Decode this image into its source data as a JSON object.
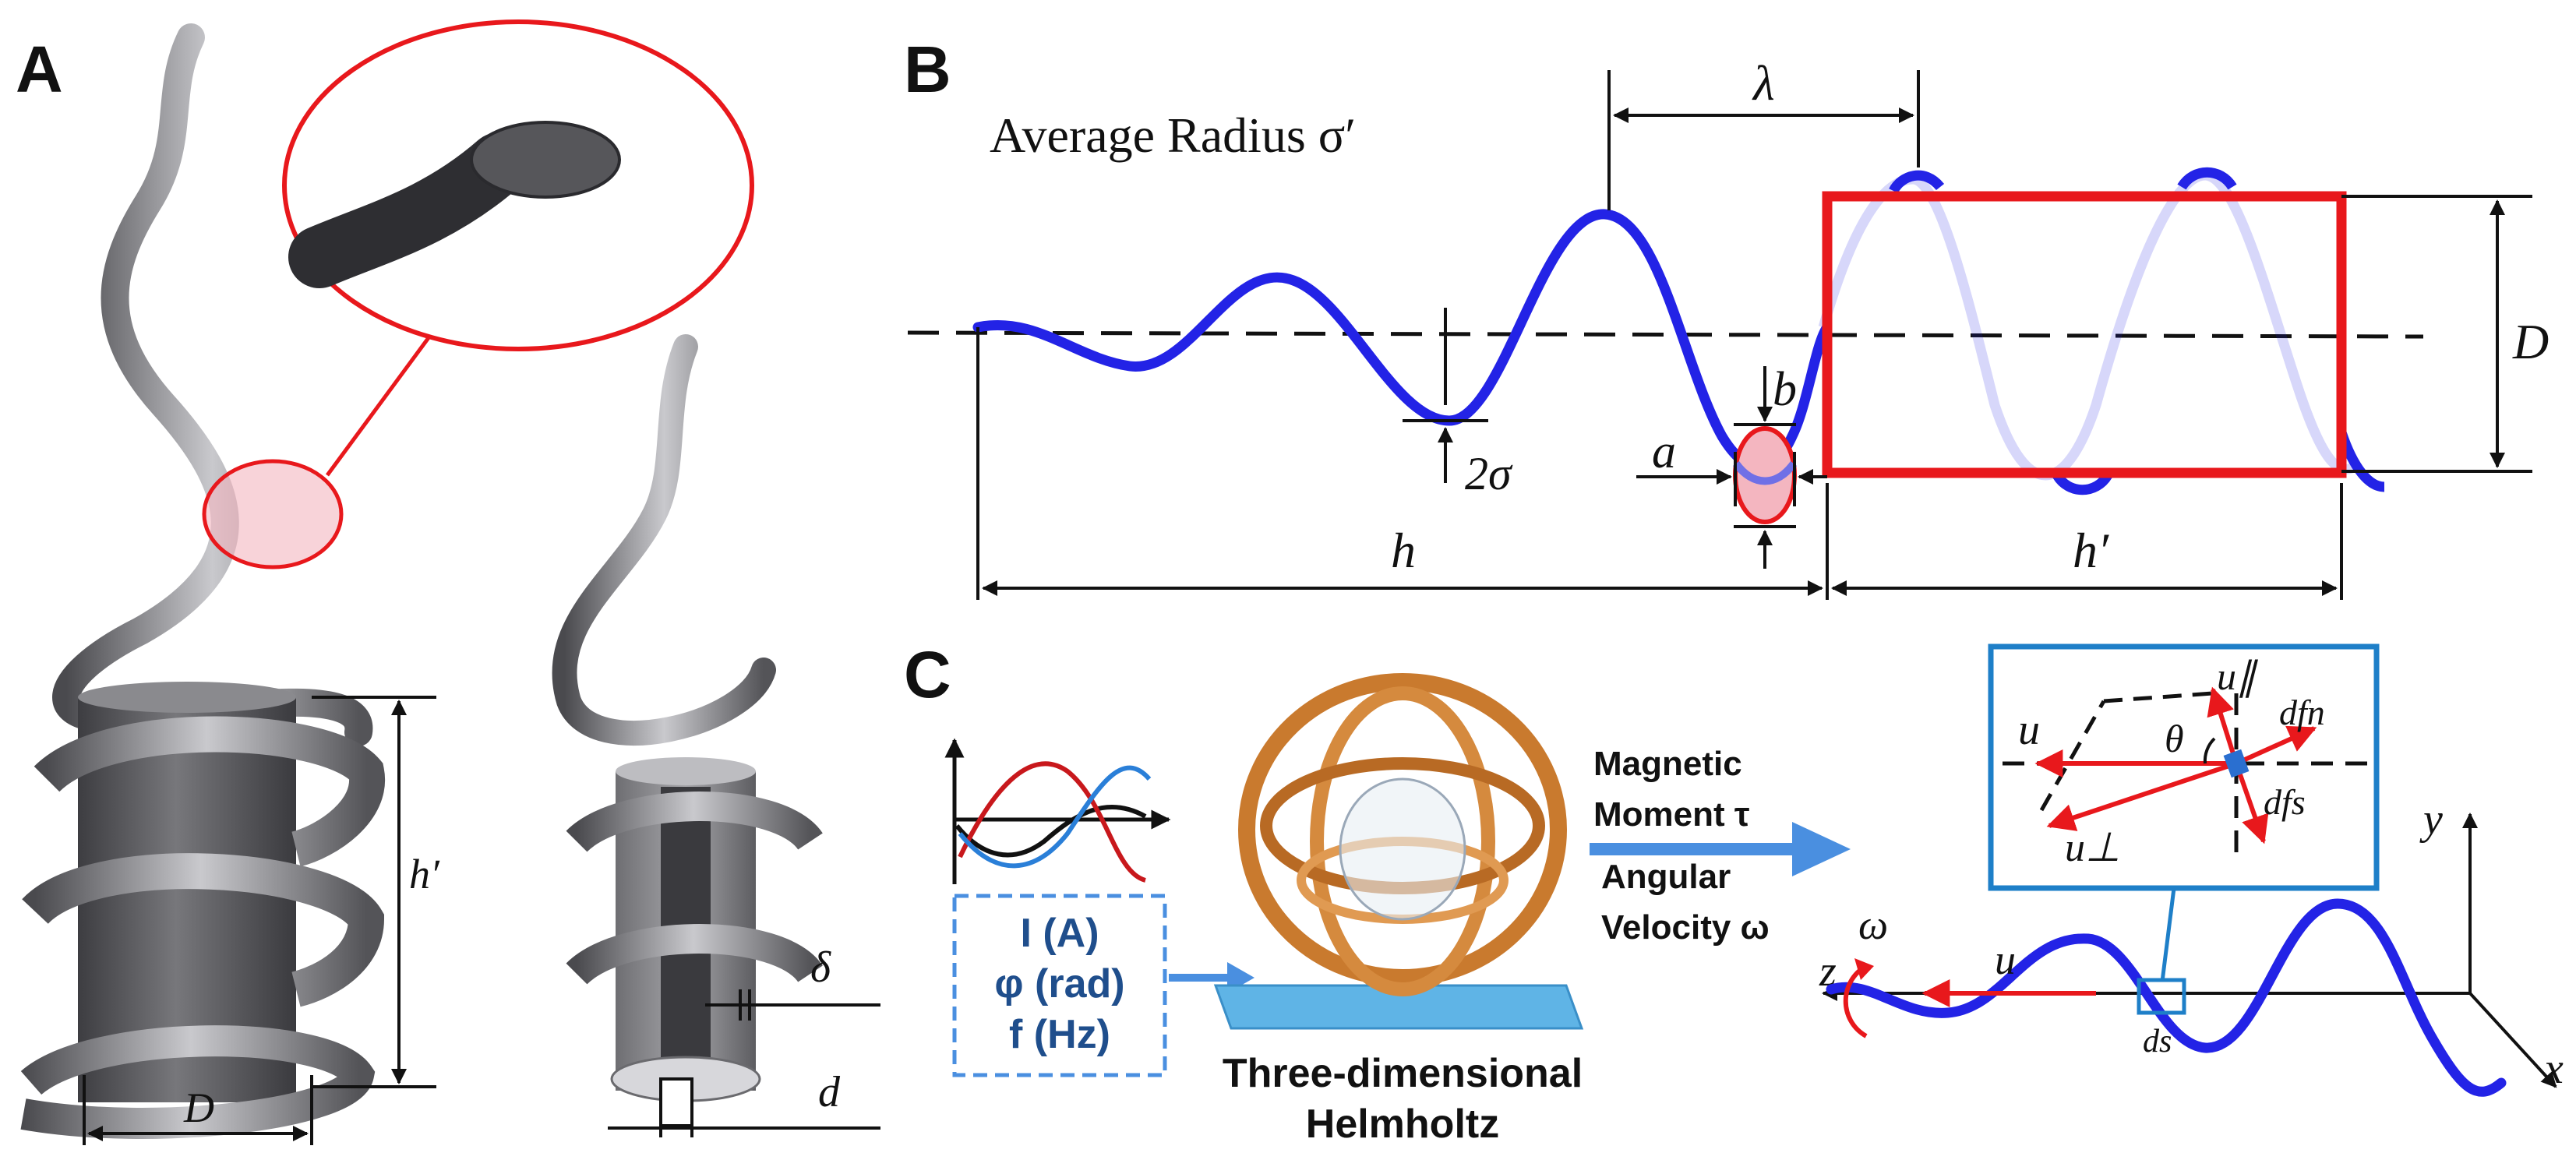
{
  "panels": {
    "a": {
      "label": "A",
      "dims": {
        "h_prime": "h′",
        "D": "D",
        "delta": "δ",
        "d": "d"
      }
    },
    "b": {
      "label": "B",
      "average_radius": "Average  Radius σ′",
      "dims": {
        "lambda": "λ",
        "D": "D",
        "b": "b",
        "a": "a",
        "two_sigma": "2σ",
        "h": "h",
        "h_prime": "h′"
      }
    },
    "c": {
      "label": "C",
      "inputs": [
        "I (A)",
        "φ (rad)",
        "f (Hz)"
      ],
      "device_label_line1": "Three-dimensional",
      "device_label_line2": "Helmholtz",
      "output_line1": "Magnetic",
      "output_line2": "Moment τ",
      "output_line3": "Angular",
      "output_line4": "Velocity ω",
      "inset": {
        "u": "u",
        "u_parallel": "u∥",
        "theta": "θ",
        "df_n": "dfn",
        "df_s": "dfs",
        "u_perp": "u⊥"
      },
      "axes": {
        "y": "y",
        "z": "z",
        "x": "x",
        "omega": "ω",
        "u": "u",
        "ds": "ds"
      }
    }
  },
  "colors": {
    "helix_blue": "#2323e6",
    "highlight_red": "#e8181c",
    "dim_black": "#111111",
    "box_blue": "#1e7fc8",
    "arrow_blue": "#4a8fe0",
    "copper": "#c97a2e",
    "platform": "#5fb4e6",
    "body_gray": "#5b5b5f"
  }
}
